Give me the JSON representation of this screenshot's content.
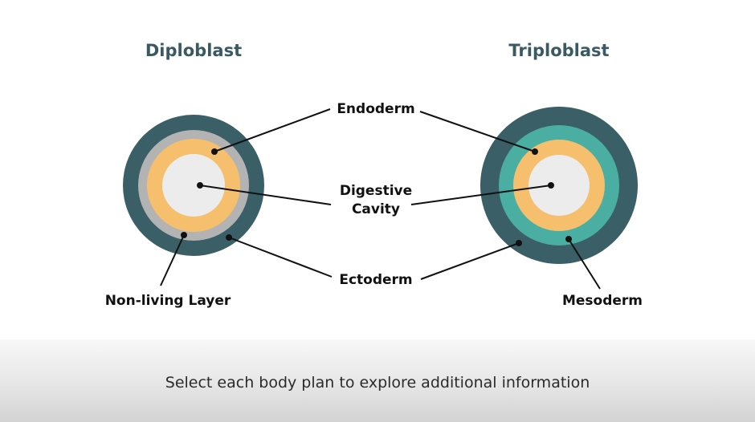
{
  "diagram": {
    "left_title": "Diploblast",
    "right_title": "Triploblast",
    "labels": {
      "endoderm": "Endoderm",
      "digestive_line1": "Digestive",
      "digestive_line2": "Cavity",
      "ectoderm": "Ectoderm",
      "non_living": "Non-living Layer",
      "mesoderm": "Mesoderm"
    }
  },
  "colors": {
    "ectoderm": "#3a5f66",
    "non_living": "#b3b3b3",
    "endoderm": "#f6bf6e",
    "cavity": "#ececec",
    "mesoderm": "#4aaea2"
  },
  "footer": {
    "instruction": "Select each body plan to explore additional information"
  }
}
